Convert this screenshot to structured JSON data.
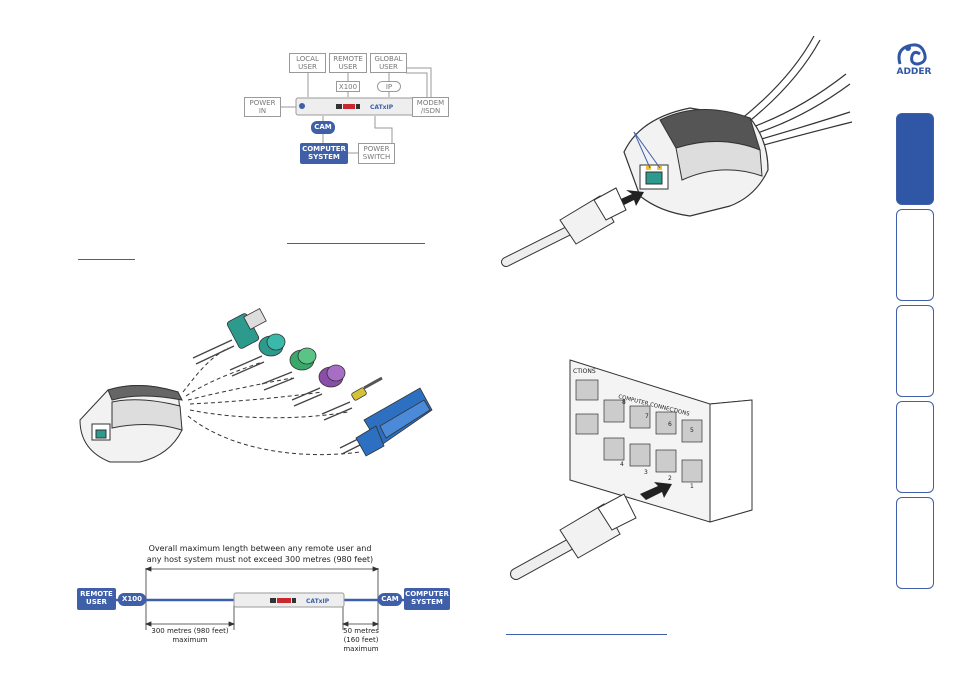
{
  "brand": {
    "name": "ADDER"
  },
  "topology": {
    "local_user": "LOCAL\nUSER",
    "remote_user": "REMOTE\nUSER",
    "global_user": "GLOBAL\nUSER",
    "x100": "X100",
    "ip": "IP",
    "power_in": "POWER\nIN",
    "modem": "MODEM\n/ISDN",
    "cam": "CAM",
    "computer_system": "COMPUTER\nSYSTEM",
    "power_switch": "POWER\nSWITCH",
    "device_logo": "CATxIP"
  },
  "distance": {
    "overall_line1": "Overall maximum length between any remote user and",
    "overall_line2": "any host system must not exceed 300 metres (980 feet)",
    "remote_user": "REMOTE\nUSER",
    "x100": "X100",
    "cam": "CAM",
    "computer_system": "COMPUTER\nSYSTEM",
    "left_len": "300 metres (980 feet)\nmaximum",
    "right_len": "50 metres\n(160 feet)\nmaximum"
  },
  "switch_labels": {
    "connections": "CTIONS",
    "computer_connections": "COMPUTER CONNECTIONS",
    "ports": [
      "8",
      "7",
      "6",
      "5",
      "4",
      "3",
      "2",
      "1"
    ]
  },
  "nav_tabs": [
    {
      "id": "tab-1",
      "active": true
    },
    {
      "id": "tab-2",
      "active": false
    },
    {
      "id": "tab-3",
      "active": false
    },
    {
      "id": "tab-4",
      "active": false
    },
    {
      "id": "tab-5",
      "active": false
    }
  ]
}
